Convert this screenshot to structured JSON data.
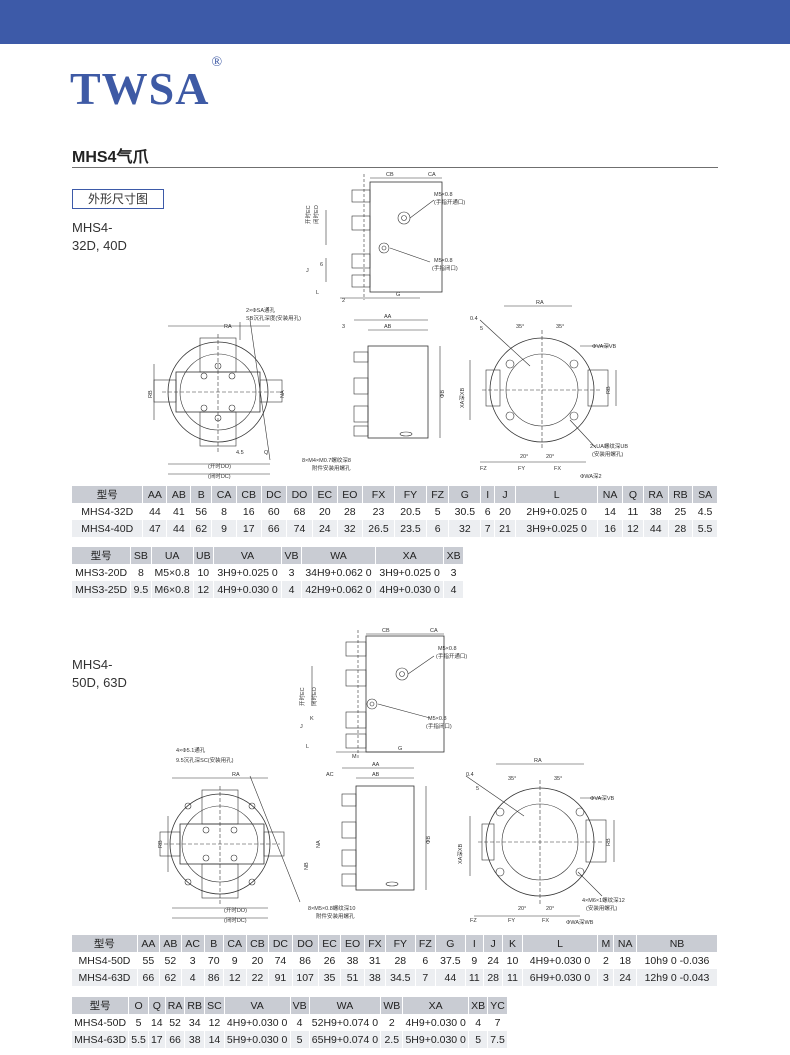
{
  "brand": {
    "name": "TWSA",
    "registered": "®"
  },
  "page_title": "MHS4气爪",
  "section_label": "外形尺寸图",
  "models": [
    {
      "line1": "MHS4-",
      "line2": "32D, 40D"
    },
    {
      "line1": "MHS4-",
      "line2": "50D, 63D"
    }
  ],
  "drawing1": {
    "labels": {
      "cb": "CB",
      "ca": "CA",
      "m5_1": "M5×0.8",
      "m5_1_note": "(手指开通口)",
      "m5_2": "M5×0.8",
      "m5_2_note": "(手指闭口)",
      "g": "G",
      "two": "2",
      "j": "J",
      "l": "L",
      "i": "I",
      "open_ec": "开时EC",
      "close_eo": "闭时EO",
      "sa": "2×ΦSA通孔",
      "sb": "SB沉孔深度(安装用孔)",
      "ra": "RA",
      "rb": "RB",
      "na": "NA",
      "q": "Q",
      "dim45": "4.5",
      "open_do": "(开时DO)",
      "close_dc": "(闭时DC)",
      "m4": "8×M4×M0.7螺纹深8",
      "m4_note": "附件安装用螺孔",
      "aa": "AA",
      "ab": "AB",
      "three": "3",
      "phib": "ΦB",
      "xa": "XA深XB",
      "va": "ΦVA深VB",
      "ua": "2×UA螺纹深UB",
      "ua_note": "(安装用螺孔)",
      "wa": "ΦWA深2",
      "fz": "FZ",
      "fy": "FY",
      "fx": "FX",
      "ang35": "35°",
      "ang20": "20°",
      "dim04": "0.4",
      "dim5": "5",
      "dim6": "6"
    }
  },
  "table1": {
    "headers": [
      "型号",
      "AA",
      "AB",
      "B",
      "CA",
      "CB",
      "DC",
      "DO",
      "EC",
      "EO",
      "FX",
      "FY",
      "FZ",
      "G",
      "I",
      "J",
      "L",
      "NA",
      "Q",
      "RA",
      "RB",
      "SA"
    ],
    "rows": [
      [
        "MHS4-32D",
        "44",
        "41",
        "56",
        "8",
        "16",
        "60",
        "68",
        "20",
        "28",
        "23",
        "20.5",
        "5",
        "30.5",
        "6",
        "20",
        "2H9+0.025 0",
        "14",
        "11",
        "38",
        "25",
        "4.5"
      ],
      [
        "MHS4-40D",
        "47",
        "44",
        "62",
        "9",
        "17",
        "66",
        "74",
        "24",
        "32",
        "26.5",
        "23.5",
        "6",
        "32",
        "7",
        "21",
        "3H9+0.025 0",
        "16",
        "12",
        "44",
        "28",
        "5.5"
      ]
    ]
  },
  "table2": {
    "headers": [
      "型号",
      "SB",
      "UA",
      "UB",
      "VA",
      "VB",
      "WA",
      "XA",
      "XB"
    ],
    "rows": [
      [
        "MHS3-20D",
        "8",
        "M5×0.8",
        "10",
        "3H9+0.025 0",
        "3",
        "34H9+0.062 0",
        "3H9+0.025 0",
        "3"
      ],
      [
        "MHS3-25D",
        "9.5",
        "M6×0.8",
        "12",
        "4H9+0.030 0",
        "4",
        "42H9+0.062 0",
        "4H9+0.030 0",
        "4"
      ]
    ]
  },
  "drawing2": {
    "labels": {
      "cb": "CB",
      "ca": "CA",
      "m5_1": "M5×0.8",
      "m5_1_note": "(手指开通口)",
      "m5_2": "M5×0.8",
      "m5_2_note": "(手指闭口)",
      "g": "G",
      "m": "M",
      "j": "J",
      "l": "L",
      "k": "K",
      "i": "I",
      "open_ec": "开时EC",
      "close_eo": "闭时EO",
      "sa": "4×Φ5.1通孔",
      "sc": "9.5沉孔深SC(安装用孔)",
      "ra": "RA",
      "rb": "RB",
      "na": "NA",
      "nb": "NB",
      "open_do": "(开时DO)",
      "close_dc": "(闭时DC)",
      "m5_3": "8×M5×0.8螺纹深10",
      "m5_3_note": "附件安装用螺孔",
      "aa": "AA",
      "ab": "AB",
      "ac": "AC",
      "phib": "ΦB",
      "xa": "XA深XB",
      "va": "ΦVA深VB",
      "m6": "4×M6×1螺纹深12",
      "m6_note": "(安装用螺孔)",
      "wa": "ΦWA深WB",
      "fz": "FZ",
      "fy": "FY",
      "fx": "FX",
      "ang35": "35°",
      "ang20": "20°",
      "dim04": "0.4",
      "dim5": "5"
    }
  },
  "table3": {
    "headers": [
      "型号",
      "AA",
      "AB",
      "AC",
      "B",
      "CA",
      "CB",
      "DC",
      "DO",
      "EC",
      "EO",
      "FX",
      "FY",
      "FZ",
      "G",
      "I",
      "J",
      "K",
      "L",
      "M",
      "NA",
      "NB"
    ],
    "rows": [
      [
        "MHS4-50D",
        "55",
        "52",
        "3",
        "70",
        "9",
        "20",
        "74",
        "86",
        "26",
        "38",
        "31",
        "28",
        "6",
        "37.5",
        "9",
        "24",
        "10",
        "4H9+0.030 0",
        "2",
        "18",
        "10h9 0 -0.036"
      ],
      [
        "MHS4-63D",
        "66",
        "62",
        "4",
        "86",
        "12",
        "22",
        "91",
        "107",
        "35",
        "51",
        "38",
        "34.5",
        "7",
        "44",
        "11",
        "28",
        "11",
        "6H9+0.030 0",
        "3",
        "24",
        "12h9 0 -0.043"
      ]
    ]
  },
  "table4": {
    "headers": [
      "型号",
      "O",
      "Q",
      "RA",
      "RB",
      "SC",
      "VA",
      "VB",
      "WA",
      "WB",
      "XA",
      "XB",
      "YC"
    ],
    "rows": [
      [
        "MHS4-50D",
        "5",
        "14",
        "52",
        "34",
        "12",
        "4H9+0.030 0",
        "4",
        "52H9+0.074 0",
        "2",
        "4H9+0.030 0",
        "4",
        "7"
      ],
      [
        "MHS4-63D",
        "5.5",
        "17",
        "66",
        "38",
        "14",
        "5H9+0.030 0",
        "5",
        "65H9+0.074 0",
        "2.5",
        "5H9+0.030 0",
        "5",
        "7.5"
      ]
    ]
  },
  "colors": {
    "band": "#3d5aa8",
    "logo": "#3e5aa5",
    "table_header": "#c9ccd3",
    "row_alt": "#eceef1",
    "line": "#333333"
  }
}
